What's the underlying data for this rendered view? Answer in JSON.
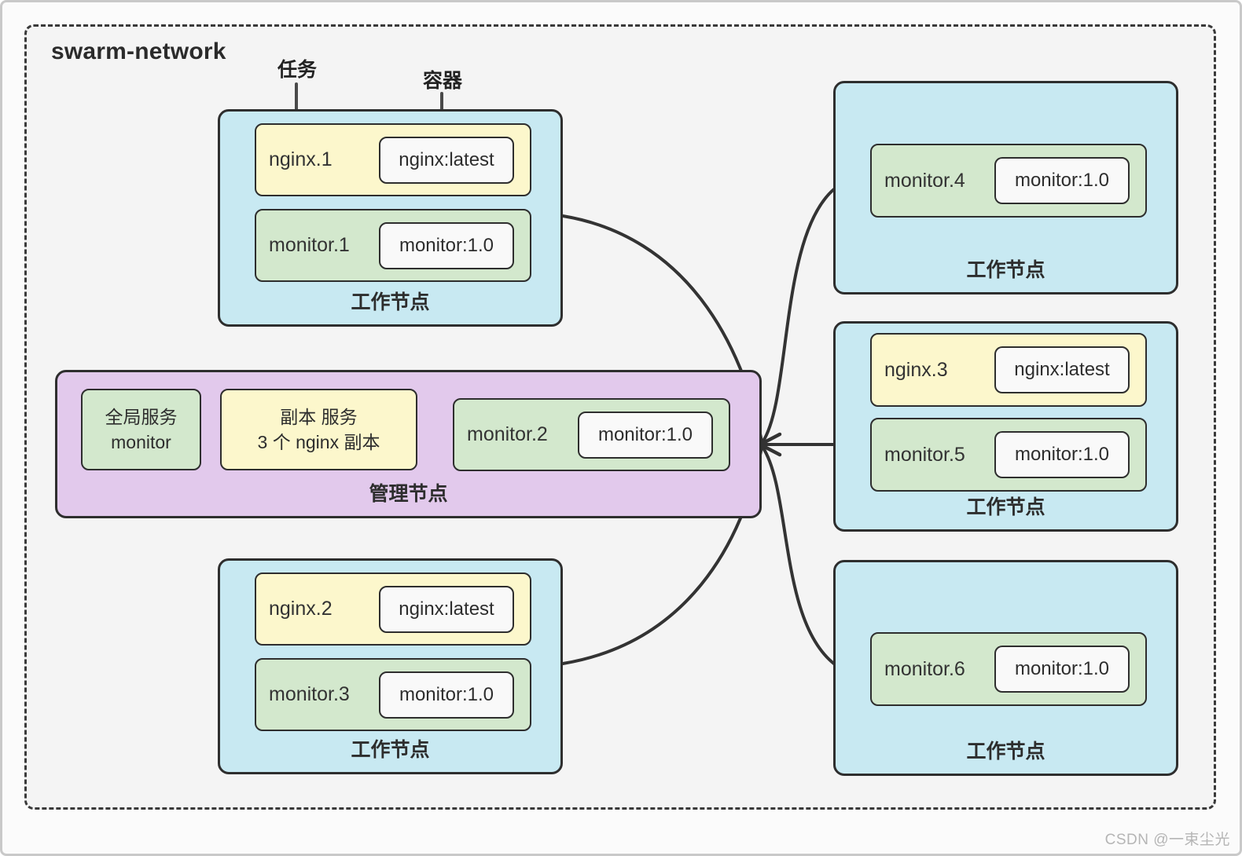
{
  "title": "swarm-network",
  "annotations": {
    "task": "任务",
    "container": "容器"
  },
  "manager": {
    "label": "管理节点",
    "global_service": {
      "line1": "全局服务",
      "line2": "monitor"
    },
    "replica_service": {
      "line1": "副本 服务",
      "line2": "3 个 nginx 副本"
    },
    "task": {
      "name": "monitor.2",
      "image": "monitor:1.0"
    }
  },
  "workers": {
    "top_left": {
      "label": "工作节点",
      "task1": {
        "name": "nginx.1",
        "image": "nginx:latest"
      },
      "task2": {
        "name": "monitor.1",
        "image": "monitor:1.0"
      }
    },
    "bottom_left": {
      "label": "工作节点",
      "task1": {
        "name": "nginx.2",
        "image": "nginx:latest"
      },
      "task2": {
        "name": "monitor.3",
        "image": "monitor:1.0"
      }
    },
    "top_right": {
      "label": "工作节点",
      "task1": {
        "name": "monitor.4",
        "image": "monitor:1.0"
      }
    },
    "middle_right": {
      "label": "工作节点",
      "task1": {
        "name": "nginx.3",
        "image": "nginx:latest"
      },
      "task2": {
        "name": "monitor.5",
        "image": "monitor:1.0"
      }
    },
    "bottom_right": {
      "label": "工作节点",
      "task1": {
        "name": "monitor.6",
        "image": "monitor:1.0"
      }
    }
  },
  "colors": {
    "worker_node": "#c8e9f2",
    "manager_node": "#e2c9ec",
    "nginx_task": "#fcf7cc",
    "monitor_task": "#d3e8cd",
    "container_box": "#f9f9f9",
    "connector": "#333333"
  },
  "watermark": "CSDN @一束尘光"
}
